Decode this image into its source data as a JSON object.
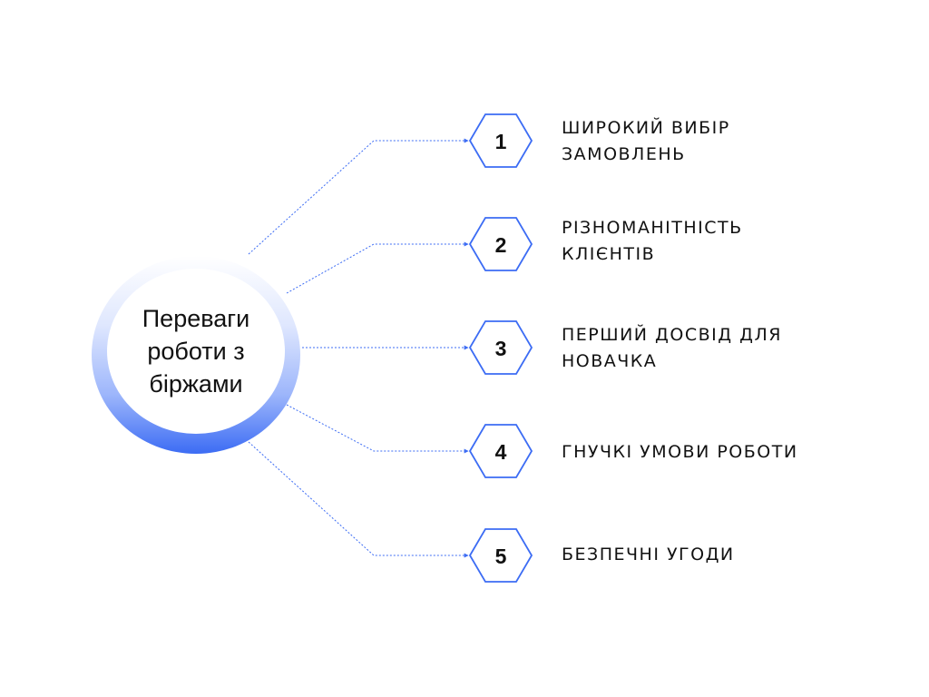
{
  "hub": {
    "title": "Переваги роботи з біржами"
  },
  "items": [
    {
      "number": "1",
      "label": "ШИРОКИЙ ВИБІР\nЗАМОВЛЕНЬ"
    },
    {
      "number": "2",
      "label": "РІЗНОМАНІТНІСТЬ\nКЛІЄНТІВ"
    },
    {
      "number": "3",
      "label": "ПЕРШИЙ ДОСВІД ДЛЯ\nНОВАЧКА"
    },
    {
      "number": "4",
      "label": "ГНУЧКІ УМОВИ РОБОТИ"
    },
    {
      "number": "5",
      "label": "БЕЗПЕЧНІ УГОДИ"
    }
  ],
  "colors": {
    "accent": "#3c6cf4",
    "text": "#111111",
    "background": "#ffffff"
  }
}
